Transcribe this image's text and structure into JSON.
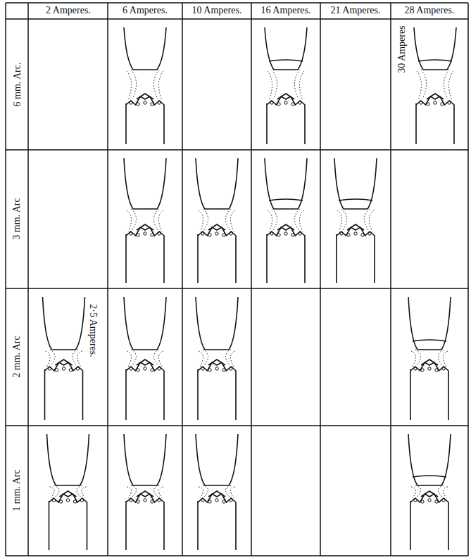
{
  "diagram": {
    "labels": [
      "2 Amperes.",
      "6 Amperes.",
      "10 Amperes.",
      "16 Amperes.",
      "21 Amperes.",
      "28 Amperes.",
      "6 mm. Arc.",
      "3 mm. Arc",
      "2 mm. Arc",
      "1 mm. Arc",
      "30 Amperes",
      "2·5 Amperes."
    ]
  }
}
